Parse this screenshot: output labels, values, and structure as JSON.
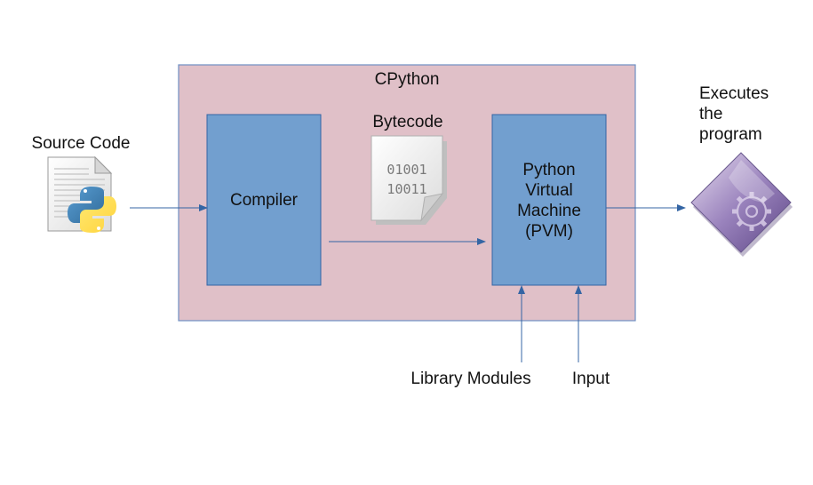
{
  "container": {
    "title": "CPython",
    "fill": "#e0c0c8",
    "stroke": "#6f8fc3"
  },
  "source": {
    "label": "Source Code"
  },
  "compiler": {
    "label": "Compiler"
  },
  "bytecode": {
    "label": "Bytecode",
    "line1": "01001",
    "line2": "10011"
  },
  "pvm": {
    "line1": "Python",
    "line2": "Virtual",
    "line3": "Machine",
    "line4": "(PVM)"
  },
  "execute": {
    "line1": "Executes",
    "line2": "the",
    "line3": "program"
  },
  "inputs": {
    "library": "Library Modules",
    "input": "Input"
  },
  "colors": {
    "box_fill": "#729fcf",
    "box_stroke": "#3465a4",
    "arrow": "#3465a4"
  },
  "icons": {
    "source": "python-file-icon",
    "bytecode": "binary-document-icon",
    "execute": "gear-diamond-icon"
  }
}
